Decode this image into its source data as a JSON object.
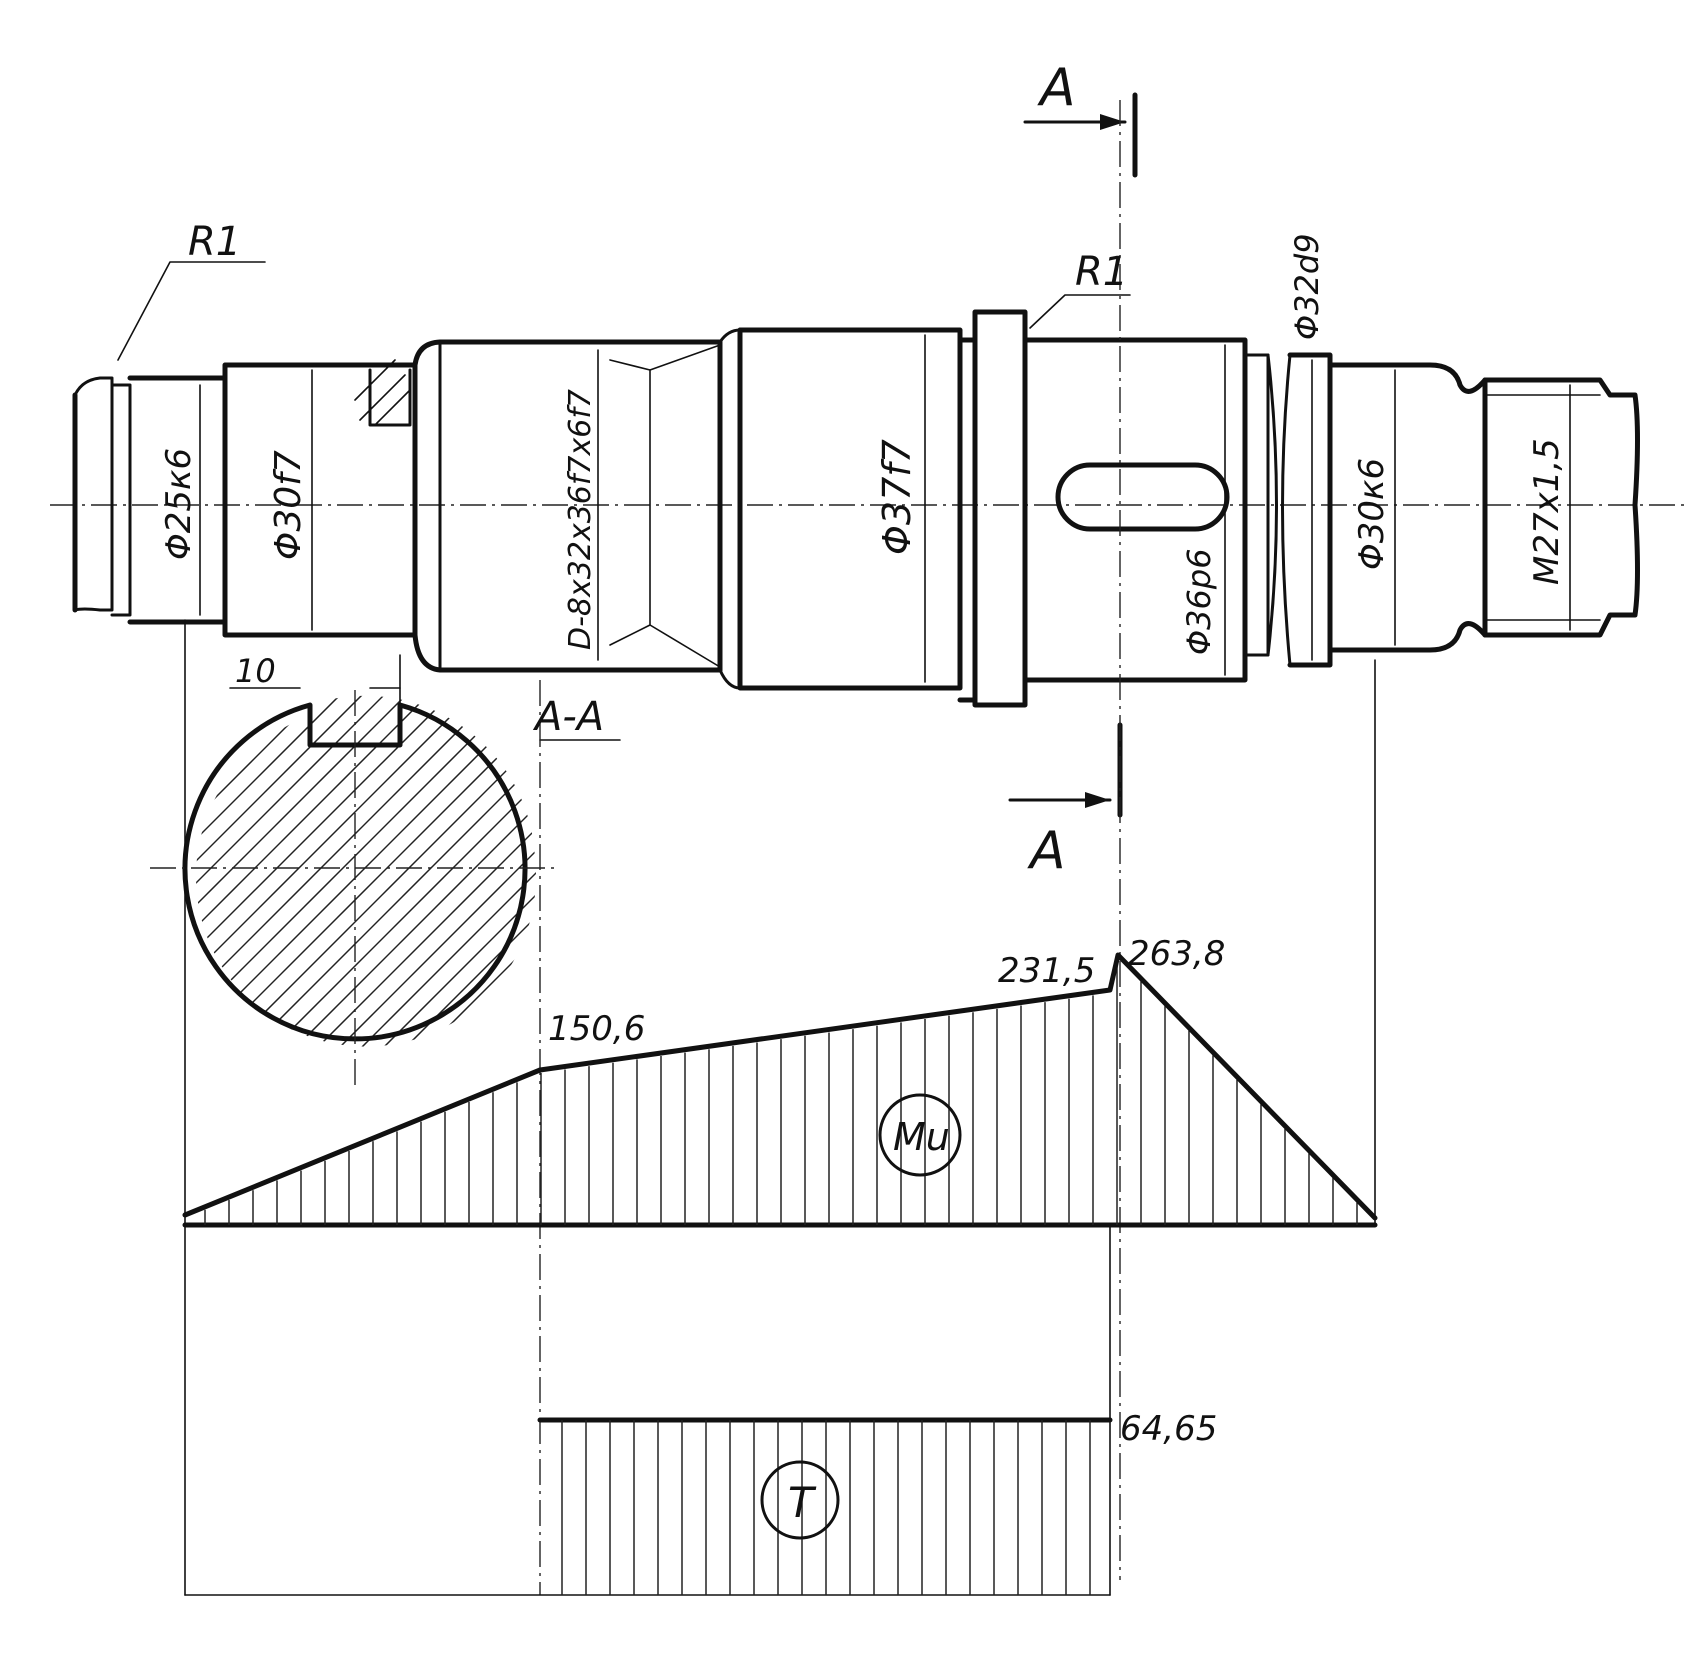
{
  "labels": {
    "r1_left": "R1",
    "r1_right": "R1",
    "phi25": "Φ25к6",
    "phi30f7": "Φ30f7",
    "spline": "D-8x32x36f7x6f7",
    "phi37f7": "Φ37f7",
    "phi36p6": "Φ36p6",
    "phi32d9": "Φ32d9",
    "phi30k6": "Φ30к6",
    "thread": "M27x1,5",
    "key_width": "10",
    "section_title": "A-A",
    "section_mark_top": "A",
    "section_mark_bottom": "A",
    "mu_label": "Mu",
    "t_label": "T"
  },
  "diagram_values": {
    "mu": [
      "150,6",
      "231,5",
      "263,8"
    ],
    "t": [
      "64,65"
    ]
  },
  "chart_data": {
    "type": "line",
    "series": [
      {
        "name": "Mu",
        "values": [
          0,
          150.6,
          231.5,
          263.8,
          0
        ]
      },
      {
        "name": "T",
        "values": [
          0,
          64.65,
          64.65,
          0
        ]
      }
    ]
  }
}
